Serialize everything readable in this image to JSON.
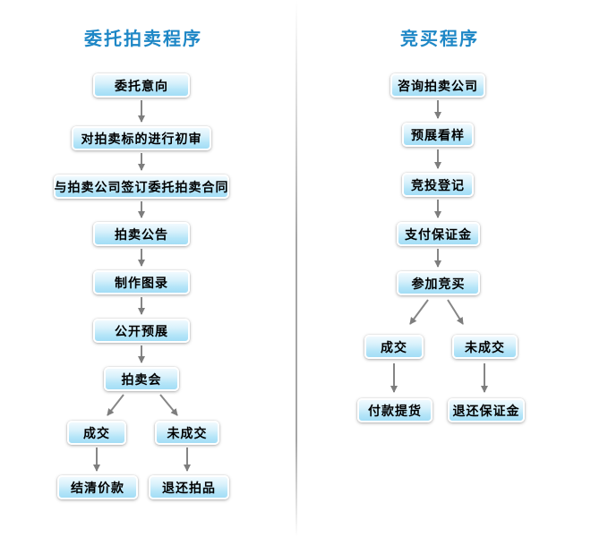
{
  "colors": {
    "background": "#ffffff",
    "title_blue": "#1e87c6",
    "box_gradient_top": "#f0fafe",
    "box_gradient_bottom": "#a2ddf6",
    "box_border": "#ffffff",
    "box_text": "#000000",
    "arrow_gray": "#868686",
    "divider_gray": "#969696"
  },
  "left_flow": {
    "title": "委托拍卖程序",
    "nodes": [
      {
        "label": "委托意向"
      },
      {
        "label": "对拍卖标的进行初审"
      },
      {
        "label": "与拍卖公司签订委托拍卖合同"
      },
      {
        "label": "拍卖公告"
      },
      {
        "label": "制作图录"
      },
      {
        "label": "公开预展"
      },
      {
        "label": "拍卖会"
      },
      {
        "label": "成交"
      },
      {
        "label": "未成交"
      },
      {
        "label": "结清价款"
      },
      {
        "label": "退还拍品"
      }
    ],
    "edges": [
      {
        "from": "委托意向",
        "to": "对拍卖标的进行初审"
      },
      {
        "from": "对拍卖标的进行初审",
        "to": "与拍卖公司签订委托拍卖合同"
      },
      {
        "from": "与拍卖公司签订委托拍卖合同",
        "to": "拍卖公告"
      },
      {
        "from": "拍卖公告",
        "to": "制作图录"
      },
      {
        "from": "制作图录",
        "to": "公开预展"
      },
      {
        "from": "公开预展",
        "to": "拍卖会"
      },
      {
        "from": "拍卖会",
        "to": "成交"
      },
      {
        "from": "拍卖会",
        "to": "未成交"
      },
      {
        "from": "成交",
        "to": "结清价款"
      },
      {
        "from": "未成交",
        "to": "退还拍品"
      }
    ]
  },
  "right_flow": {
    "title": "竞买程序",
    "nodes": [
      {
        "label": "咨询拍卖公司"
      },
      {
        "label": "预展看样"
      },
      {
        "label": "竞投登记"
      },
      {
        "label": "支付保证金"
      },
      {
        "label": "参加竞买"
      },
      {
        "label": "成交"
      },
      {
        "label": "未成交"
      },
      {
        "label": "付款提货"
      },
      {
        "label": "退还保证金"
      }
    ],
    "edges": [
      {
        "from": "咨询拍卖公司",
        "to": "预展看样"
      },
      {
        "from": "预展看样",
        "to": "竞投登记"
      },
      {
        "from": "竞投登记",
        "to": "支付保证金"
      },
      {
        "from": "支付保证金",
        "to": "参加竞买"
      },
      {
        "from": "参加竞买",
        "to": "成交"
      },
      {
        "from": "参加竞买",
        "to": "未成交"
      },
      {
        "from": "成交",
        "to": "付款提货"
      },
      {
        "from": "未成交",
        "to": "退还保证金"
      }
    ]
  }
}
